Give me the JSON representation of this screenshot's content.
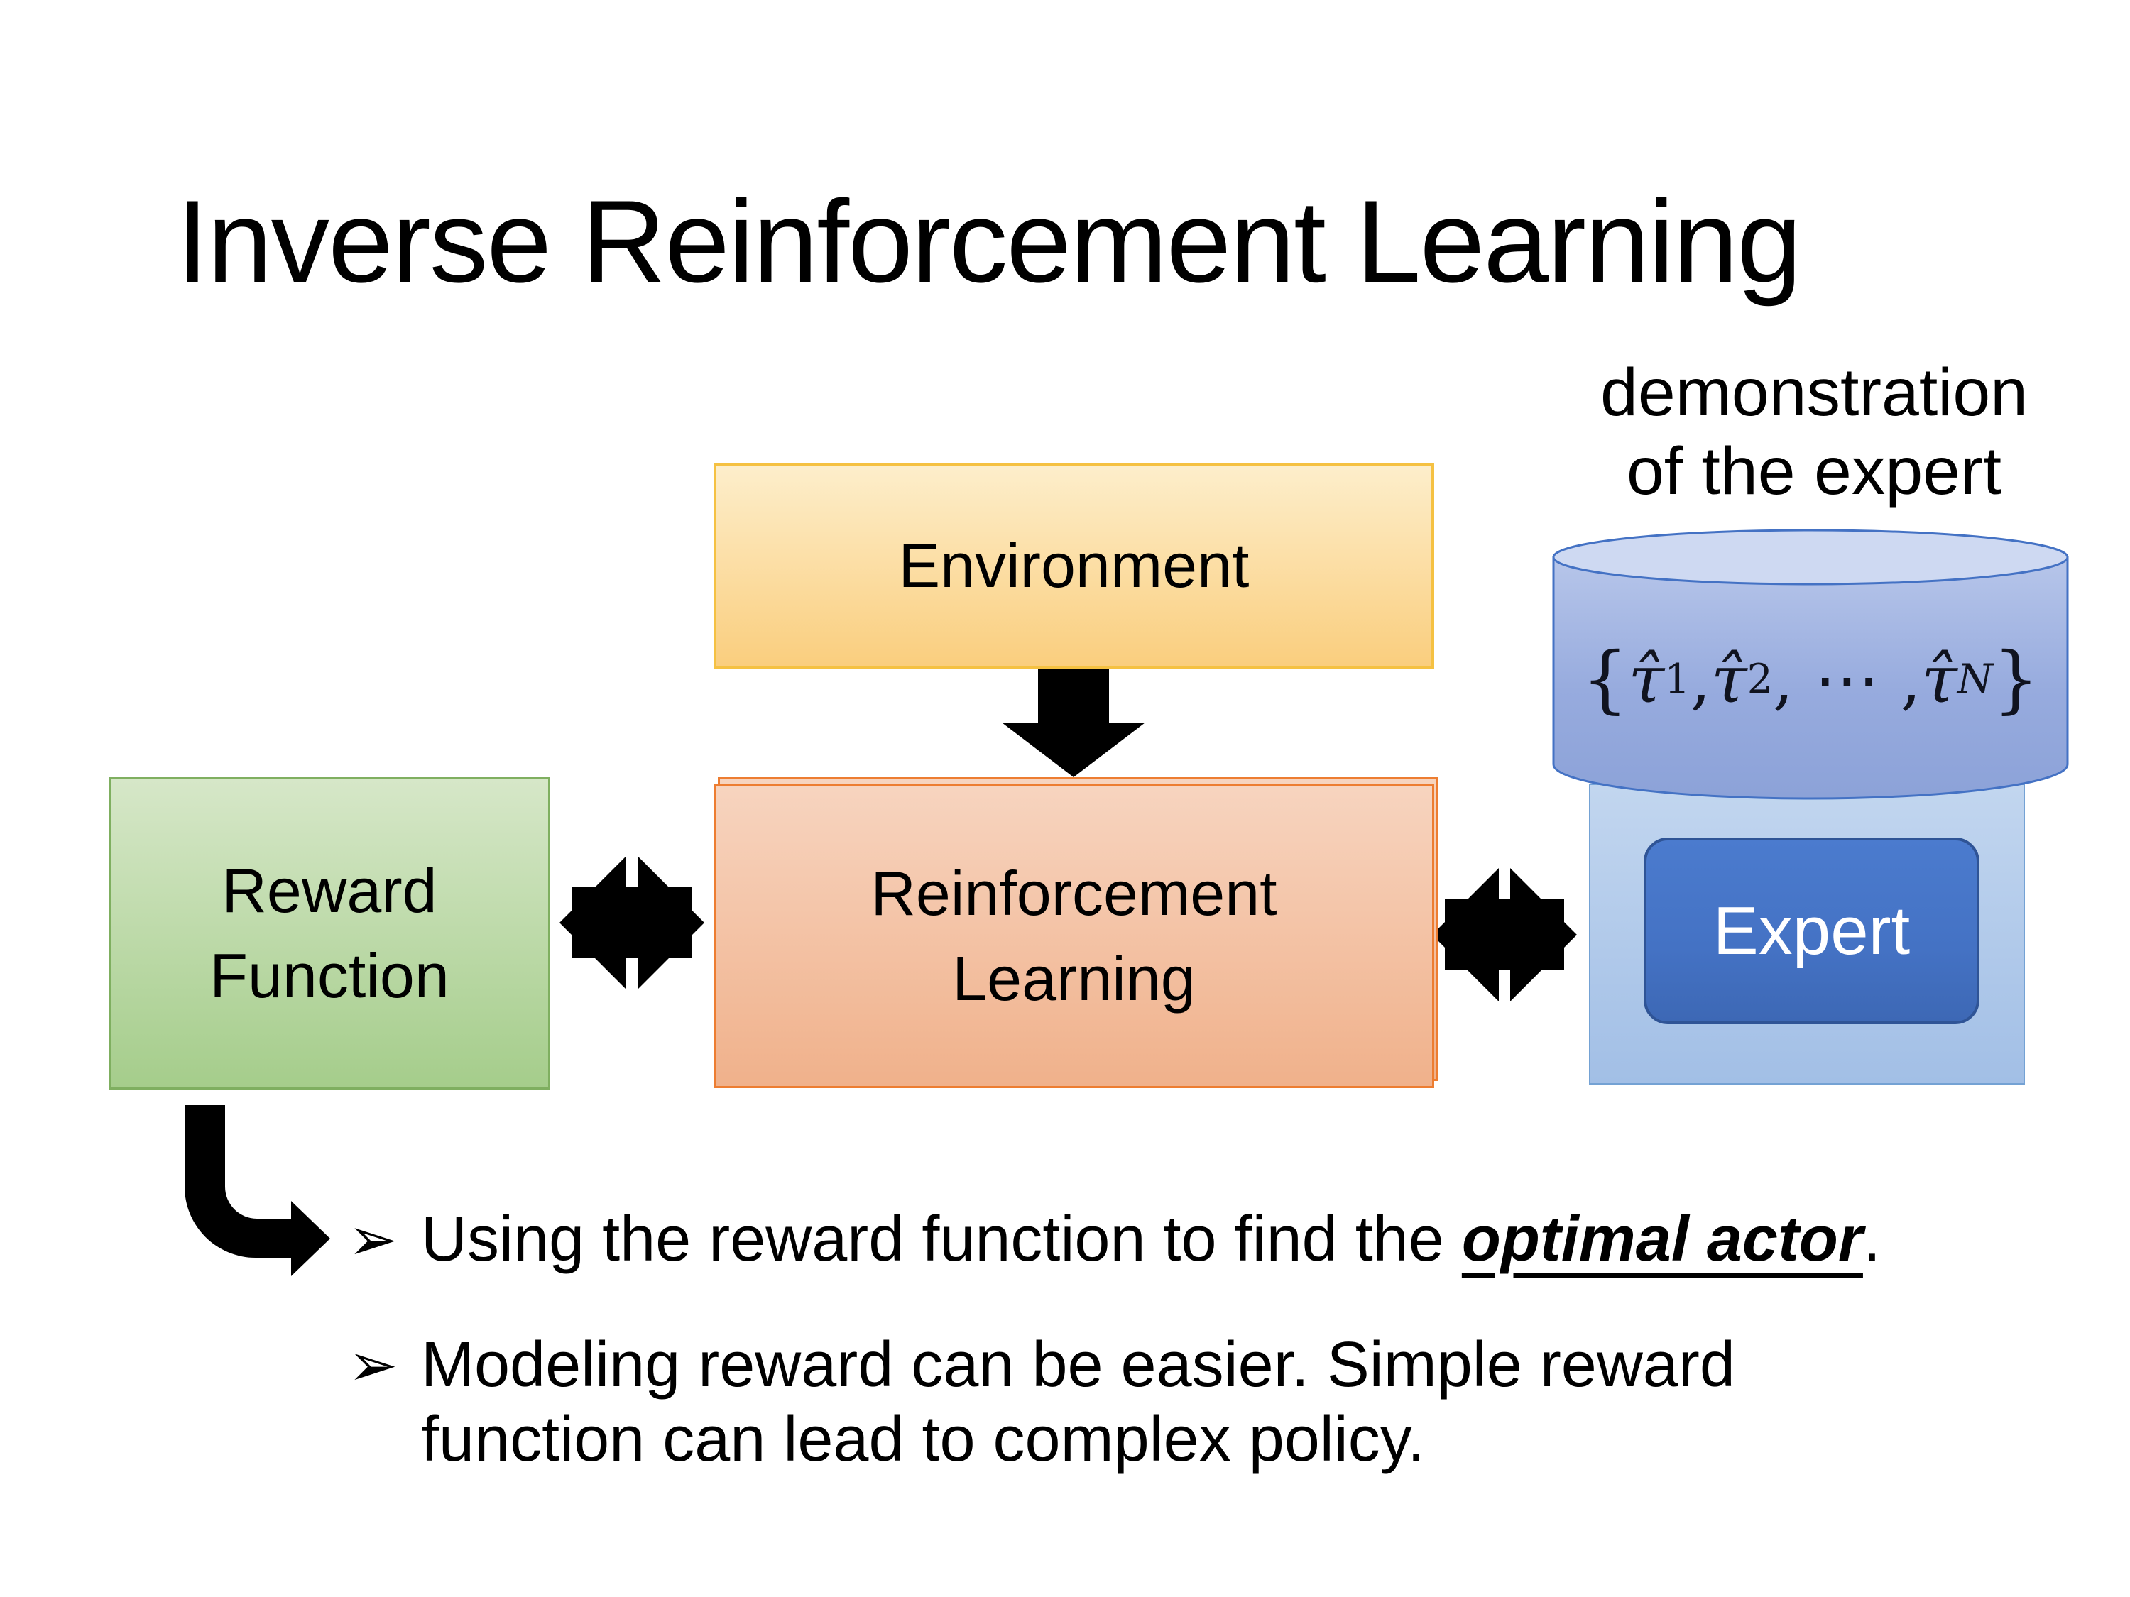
{
  "slide": {
    "title": "Inverse Reinforcement Learning",
    "demonstration_label": "demonstration\nof the expert",
    "environment_box": {
      "label": "Environment"
    },
    "reward_box": {
      "label": "Reward\nFunction"
    },
    "rl_box": {
      "label": "Reinforcement\nLearning"
    },
    "expert_panel": {
      "expert_box_label": "Expert",
      "database_formula": {
        "open": "{",
        "tau1": "τ̂",
        "sub1": "1",
        "sep1": ", ",
        "tau2": "τ̂",
        "sub2": "2",
        "sep2": ", ⋯ , ",
        "tauN": "τ̂",
        "subN": "N",
        "close": "}"
      }
    },
    "bullets": {
      "marker": "➢",
      "marker_icon": "three-d-arrowhead-bullet",
      "item_1": {
        "prefix": "Using the reward function to find the ",
        "emphasis": "optimal actor",
        "suffix": "."
      },
      "item_2": {
        "text": "Modeling reward can be easier. Simple reward\nfunction can lead to complex policy."
      }
    },
    "icons": {
      "down_arrow": "environment-to-rl-arrow",
      "left_double_arrow": "reward-rl-double-arrow",
      "right_double_arrow": "rl-expert-double-arrow",
      "bent_arrow": "reward-to-bullets-elbow-arrow",
      "cylinder": "demonstration-database-cylinder"
    }
  },
  "colors": {
    "background": "#FFFFFF",
    "title_text": "#000000",
    "environment_fill_top": "#FDEECB",
    "environment_fill_bottom": "#FACE7E",
    "environment_border": "#F5C142",
    "reward_fill_top": "#D6E7C8",
    "reward_fill_bottom": "#A5CD8B",
    "reward_border": "#7FAF60",
    "rl_fill_top": "#F7D4BF",
    "rl_fill_bottom": "#F0B18B",
    "rl_border": "#ED7D31",
    "expert_panel_fill_top": "#C2D6EF",
    "expert_panel_fill_bottom": "#A2BFE6",
    "expert_panel_border": "#74A2D4",
    "expert_fill": "#4472C4",
    "expert_border": "#2F5496",
    "expert_text": "#FFFFFF",
    "cylinder_fill_top": "#B7C6EA",
    "cylinder_fill_bottom": "#8CA2D8",
    "cylinder_top_fill": "#CED9F2",
    "cylinder_border": "#4472C4",
    "arrow_color": "#000000"
  }
}
